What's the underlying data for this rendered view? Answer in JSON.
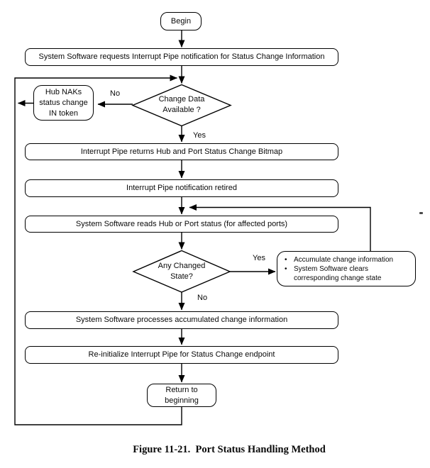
{
  "figure": {
    "caption": "Figure 11-21.  Port Status Handling Method"
  },
  "flowchart": {
    "colors": {
      "stroke": "#000000",
      "node_fill": "#ffffff",
      "text": "#0a0a0a"
    },
    "nodes": {
      "begin": {
        "label": "Begin"
      },
      "request_notification": {
        "label": "System Software requests Interrupt Pipe notification for Status Change Information"
      },
      "hub_naks": {
        "lines": [
          "Hub NAKs",
          "status change",
          "IN token"
        ]
      },
      "change_data_available": {
        "lines": [
          "Change Data",
          "Available ?"
        ]
      },
      "returns_bitmap": {
        "label": "Interrupt Pipe returns Hub and Port Status Change Bitmap"
      },
      "notification_retired": {
        "label": "Interrupt Pipe notification retired"
      },
      "reads_status": {
        "label": "System Software reads Hub or Port status (for affected ports)"
      },
      "any_changed_state": {
        "lines": [
          "Any Changed",
          "State?"
        ]
      },
      "accumulate_actions": {
        "bullet_char": "•",
        "items": [
          {
            "lines": [
              "Accumulate change information"
            ]
          },
          {
            "lines": [
              "System Software clears",
              "corresponding change state"
            ]
          }
        ]
      },
      "processes_changes": {
        "label": "System Software processes accumulated change information"
      },
      "reinitialize_pipe": {
        "label": "Re-initialize Interrupt Pipe for Status Change endpoint"
      },
      "return_to_beginning": {
        "lines": [
          "Return to",
          "beginning"
        ]
      }
    },
    "edge_labels": {
      "change_no": "No",
      "change_yes": "Yes",
      "state_yes": "Yes",
      "state_no": "No"
    }
  }
}
